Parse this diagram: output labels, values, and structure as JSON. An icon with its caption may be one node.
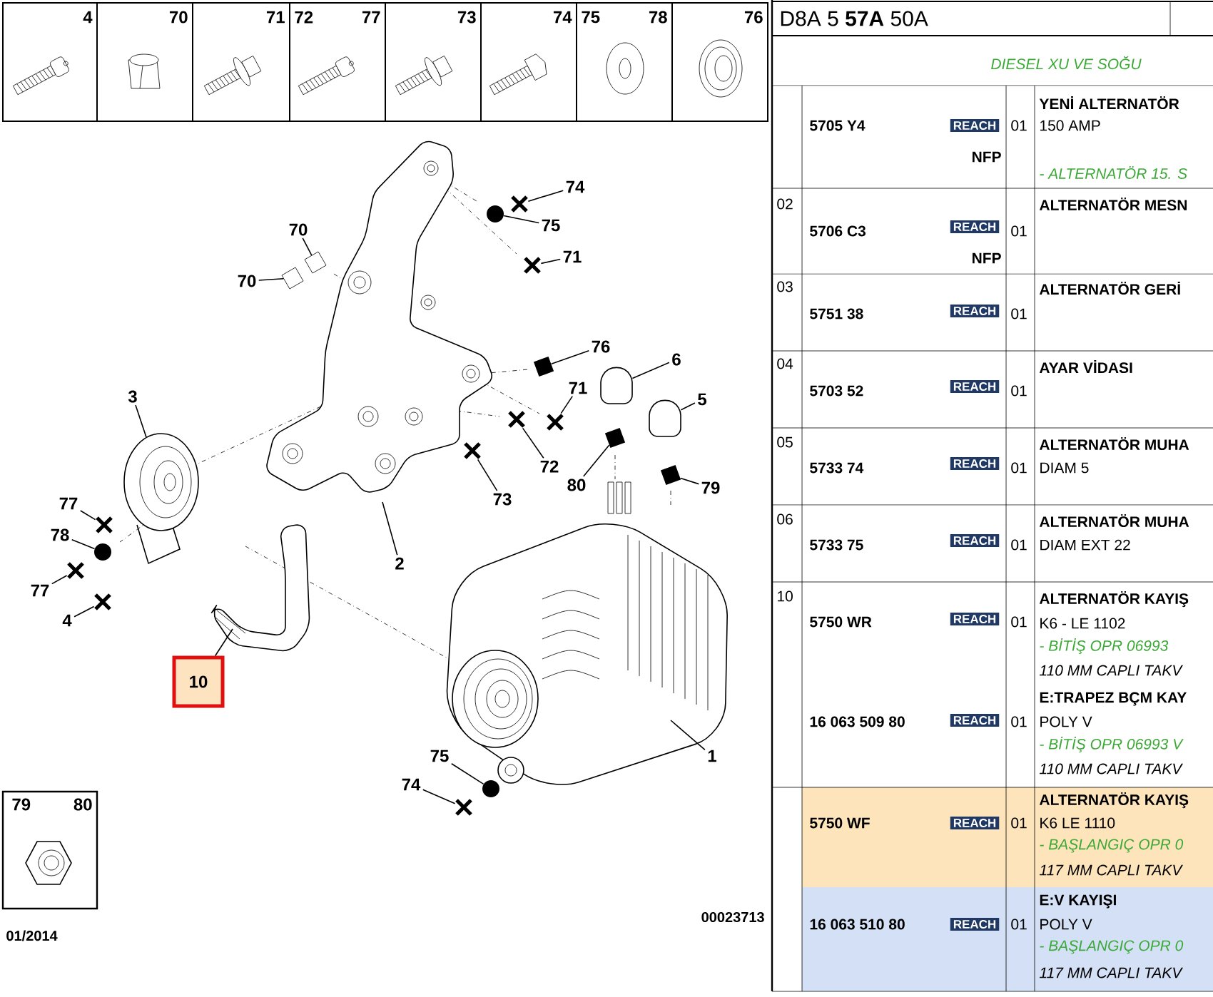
{
  "diagram": {
    "nodes": [
      {
        "text": [
          "74"
        ]
      },
      {
        "text": [
          "70"
        ]
      },
      {
        "text": [
          "75"
        ]
      },
      {
        "text": [
          "71"
        ]
      },
      {
        "text": [
          "70"
        ]
      },
      {
        "text": [
          "76"
        ]
      },
      {
        "text": [
          "6"
        ]
      },
      {
        "text": [
          "3"
        ]
      },
      {
        "text": [
          "71"
        ]
      },
      {
        "text": [
          "5"
        ]
      },
      {
        "text": [
          "72"
        ]
      },
      {
        "text": [
          "80"
        ]
      },
      {
        "text": [
          "79"
        ]
      },
      {
        "text": [
          "73"
        ]
      },
      {
        "text": [
          "77"
        ]
      },
      {
        "text": [
          "78"
        ]
      },
      {
        "text": [
          "2"
        ]
      },
      {
        "text": [
          "77"
        ]
      },
      {
        "text": [
          "4"
        ]
      },
      {
        "text": [
          "10"
        ]
      },
      {
        "text": [
          "75"
        ]
      },
      {
        "text": [
          "1"
        ]
      },
      {
        "text": [
          "74"
        ]
      },
      {
        "text": [],
        "shape": "cross"
      },
      {
        "text": [],
        "shape": "box"
      },
      {
        "text": [],
        "shape": "circle"
      },
      {
        "text": [],
        "shape": "cross"
      },
      {
        "text": [],
        "shape": "box"
      },
      {
        "text": [],
        "shape": "box"
      },
      {
        "text": [],
        "shape": "cylinder"
      },
      {
        "text": [],
        "shape": "cylinder"
      },
      {
        "text": [],
        "shape": "cross"
      },
      {
        "text": [],
        "shape": "cross"
      },
      {
        "text": [],
        "shape": "box"
      },
      {
        "text": [],
        "shape": "box"
      },
      {
        "text": [],
        "shape": "cross"
      },
      {
        "text": [],
        "shape": "cross"
      },
      {
        "text": [],
        "shape": "circle"
      },
      {
        "text": [],
        "shape": "cross"
      },
      {
        "text": [],
        "shape": "cross"
      },
      {
        "text": [],
        "shape": "circle"
      },
      {
        "text": [],
        "shape": "cross"
      },
      {
        "text": [],
        "shape": "picture"
      }
    ],
    "edges": [
      {
        "from": 0,
        "to": 23,
        "arrow": "none"
      },
      {
        "from": 1,
        "to": 24,
        "arrow": "none"
      },
      {
        "from": 2,
        "to": 25,
        "arrow": "none"
      },
      {
        "from": 3,
        "to": 26,
        "arrow": "none"
      },
      {
        "from": 4,
        "to": 27,
        "arrow": "none"
      },
      {
        "from": 5,
        "to": 28,
        "arrow": "none"
      },
      {
        "from": 6,
        "to": 29,
        "arrow": "none"
      },
      {
        "from": 7,
        "to": 42,
        "arrow": "none"
      },
      {
        "from": 8,
        "to": 31,
        "arrow": "none"
      },
      {
        "from": 9,
        "to": 30,
        "arrow": "none"
      },
      {
        "from": 10,
        "to": 32,
        "arrow": "none"
      },
      {
        "from": 11,
        "to": 33,
        "arrow": "none"
      },
      {
        "from": 12,
        "to": 34,
        "arrow": "none"
      },
      {
        "from": 13,
        "to": 35,
        "arrow": "none"
      },
      {
        "from": 14,
        "to": 36,
        "arrow": "none"
      },
      {
        "from": 15,
        "to": 37,
        "arrow": "none"
      },
      {
        "from": 16,
        "to": null,
        "arrow": "none"
      },
      {
        "from": 17,
        "to": 38,
        "arrow": "none"
      },
      {
        "from": 18,
        "to": 39,
        "arrow": "none"
      },
      {
        "from": 19,
        "to": null,
        "arrow": "none"
      },
      {
        "from": 20,
        "to": 40,
        "arrow": "none"
      },
      {
        "from": 21,
        "to": null,
        "arrow": "none"
      },
      {
        "from": 22,
        "to": 41,
        "arrow": "none"
      }
    ],
    "labels": [
      "4",
      "70",
      "71",
      "72",
      "77",
      "73",
      "74",
      "75",
      "78",
      "76",
      "D8A 5 **57A** 50A",
      "DIESEL XU VE SOĞU",
      "5705 Y4",
      "REACH",
      "NFP",
      "01",
      "YENİ ALTERNATÖR",
      "150 AMP",
      "- ALTERNATÖR 15. S",
      "02",
      "5706 C3",
      "REACH",
      "NFP",
      "01",
      "ALTERNATÖR MESN",
      "03",
      "5751 38",
      "REACH",
      "01",
      "ALTERNATÖR GERİ",
      "04",
      "5703 52",
      "REACH",
      "01",
      "AYAR VİDASI",
      "05",
      "5733 74",
      "REACH",
      "01",
      "ALTERNATÖR MUHA",
      "DIAM 5",
      "06",
      "5733 75",
      "REACH",
      "01",
      "ALTERNATÖR MUHA",
      "DIAM EXT 22",
      "10",
      "5750 WR",
      "REACH",
      "01",
      "ALTERNATÖR KAYIŞ",
      "K6 - LE 1102",
      "- BİTİŞ OPR 06993",
      "110 MM CAPLI TAKV",
      "16 063 509 80",
      "REACH",
      "01",
      "E:TRAPEZ BÇM KAY",
      "POLY V",
      "- BİTİŞ OPR 06993 V",
      "110 MM CAPLI TAKV",
      "5750 WF",
      "REACH",
      "01",
      "ALTERNATÖR KAYIŞ",
      "K6 LE 1110",
      "- BAŞLANGIÇ OPR 0",
      "117 MM CAPLI TAKV",
      "16 063 510 80",
      "REACH",
      "01",
      "E:V KAYIŞI",
      "POLY V",
      "- BAŞLANGIÇ OPR 0",
      "117 MM CAPLI TAKV",
      "79",
      "80",
      "01/2014",
      "00023713"
    ]
  }
}
